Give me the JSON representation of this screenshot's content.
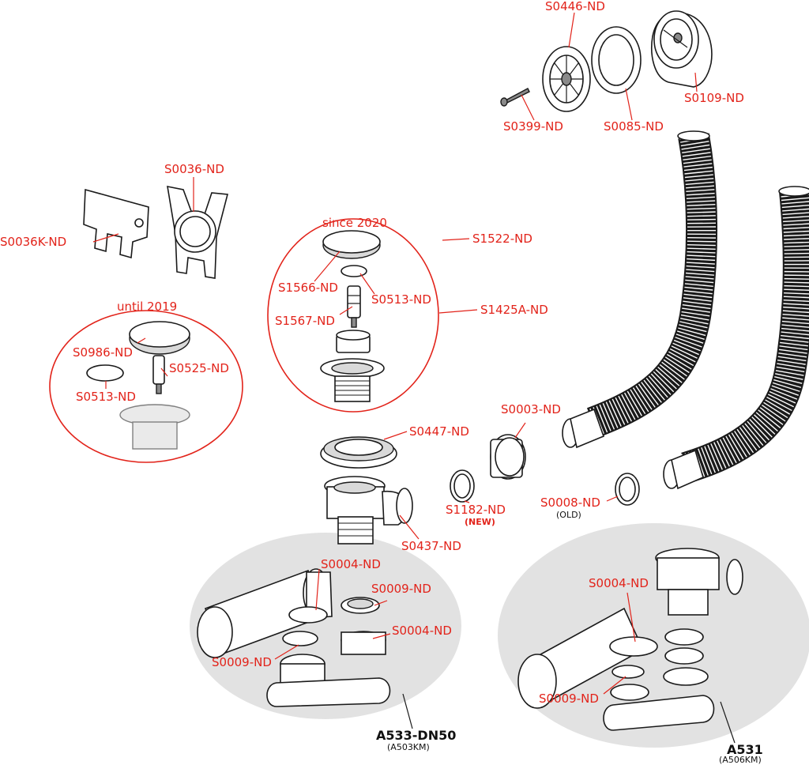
{
  "colors": {
    "label": "#e2231a",
    "line": "#1a1a1a",
    "set_background": "#e2e2e2",
    "part_fill": "#ffffff",
    "shade": "#d9d9d9"
  },
  "groups": {
    "since": "since 2020",
    "until": "until 2019"
  },
  "parts": {
    "s0446": "S0446-ND",
    "s0399": "S0399-ND",
    "s0085": "S0085-ND",
    "s0109": "S0109-ND",
    "s0036": "S0036-ND",
    "s0036k": "S0036K-ND",
    "s1522": "S1522-ND",
    "s1566": "S1566-ND",
    "s0513a": "S0513-ND",
    "s1567": "S1567-ND",
    "s1425a": "S1425A-ND",
    "s0986": "S0986-ND",
    "s0525": "S0525-ND",
    "s0513b": "S0513-ND",
    "s0003": "S0003-ND",
    "s0447": "S0447-ND",
    "s1182": "S1182-ND",
    "s1182_note": "(NEW)",
    "s0008": "S0008-ND",
    "s0008_note": "(OLD)",
    "s0437": "S0437-ND",
    "s0004a": "S0004-ND",
    "s0009a": "S0009-ND",
    "s0004b": "S0004-ND",
    "s0009b": "S0009-ND",
    "s0004c": "S0004-ND",
    "s0009c": "S0009-ND"
  },
  "sets": {
    "a533": {
      "name": "A533-DN50",
      "code": "(A503KM)"
    },
    "a531": {
      "name": "A531",
      "code": "(A506KM)"
    }
  }
}
